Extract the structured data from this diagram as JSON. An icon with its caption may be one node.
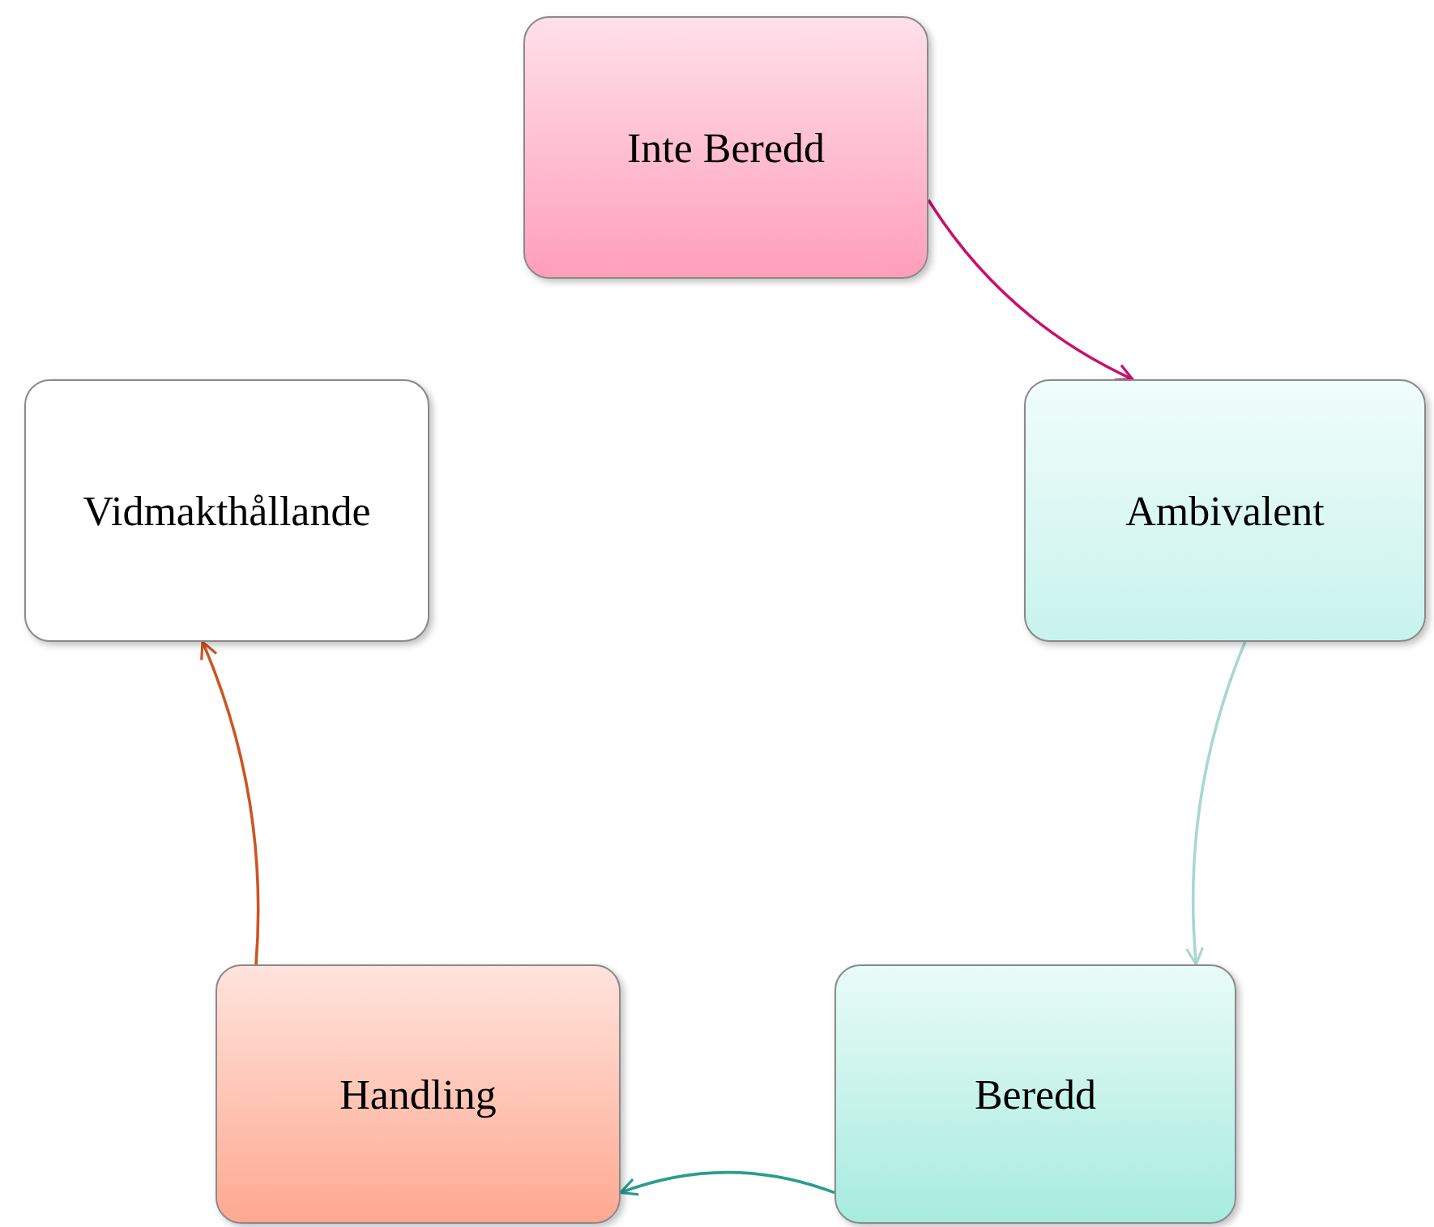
{
  "diagram": {
    "nodes": [
      {
        "text": [
          "Inte Beredd"
        ]
      },
      {
        "text": [
          "Ambivalent"
        ]
      },
      {
        "text": [
          "Beredd"
        ]
      },
      {
        "text": [
          "Handling"
        ]
      },
      {
        "text": [
          "Vidmakthållande"
        ]
      }
    ],
    "edges": [
      {
        "from": 0,
        "to": 1,
        "arrow": "to",
        "color": "#c8116e"
      },
      {
        "from": 1,
        "to": 2,
        "arrow": "to",
        "color": "#a8d8d0"
      },
      {
        "from": 2,
        "to": 3,
        "arrow": "to",
        "color": "#2a9d8f"
      },
      {
        "from": 3,
        "to": 4,
        "arrow": "to",
        "color": "#cc5522"
      }
    ]
  }
}
